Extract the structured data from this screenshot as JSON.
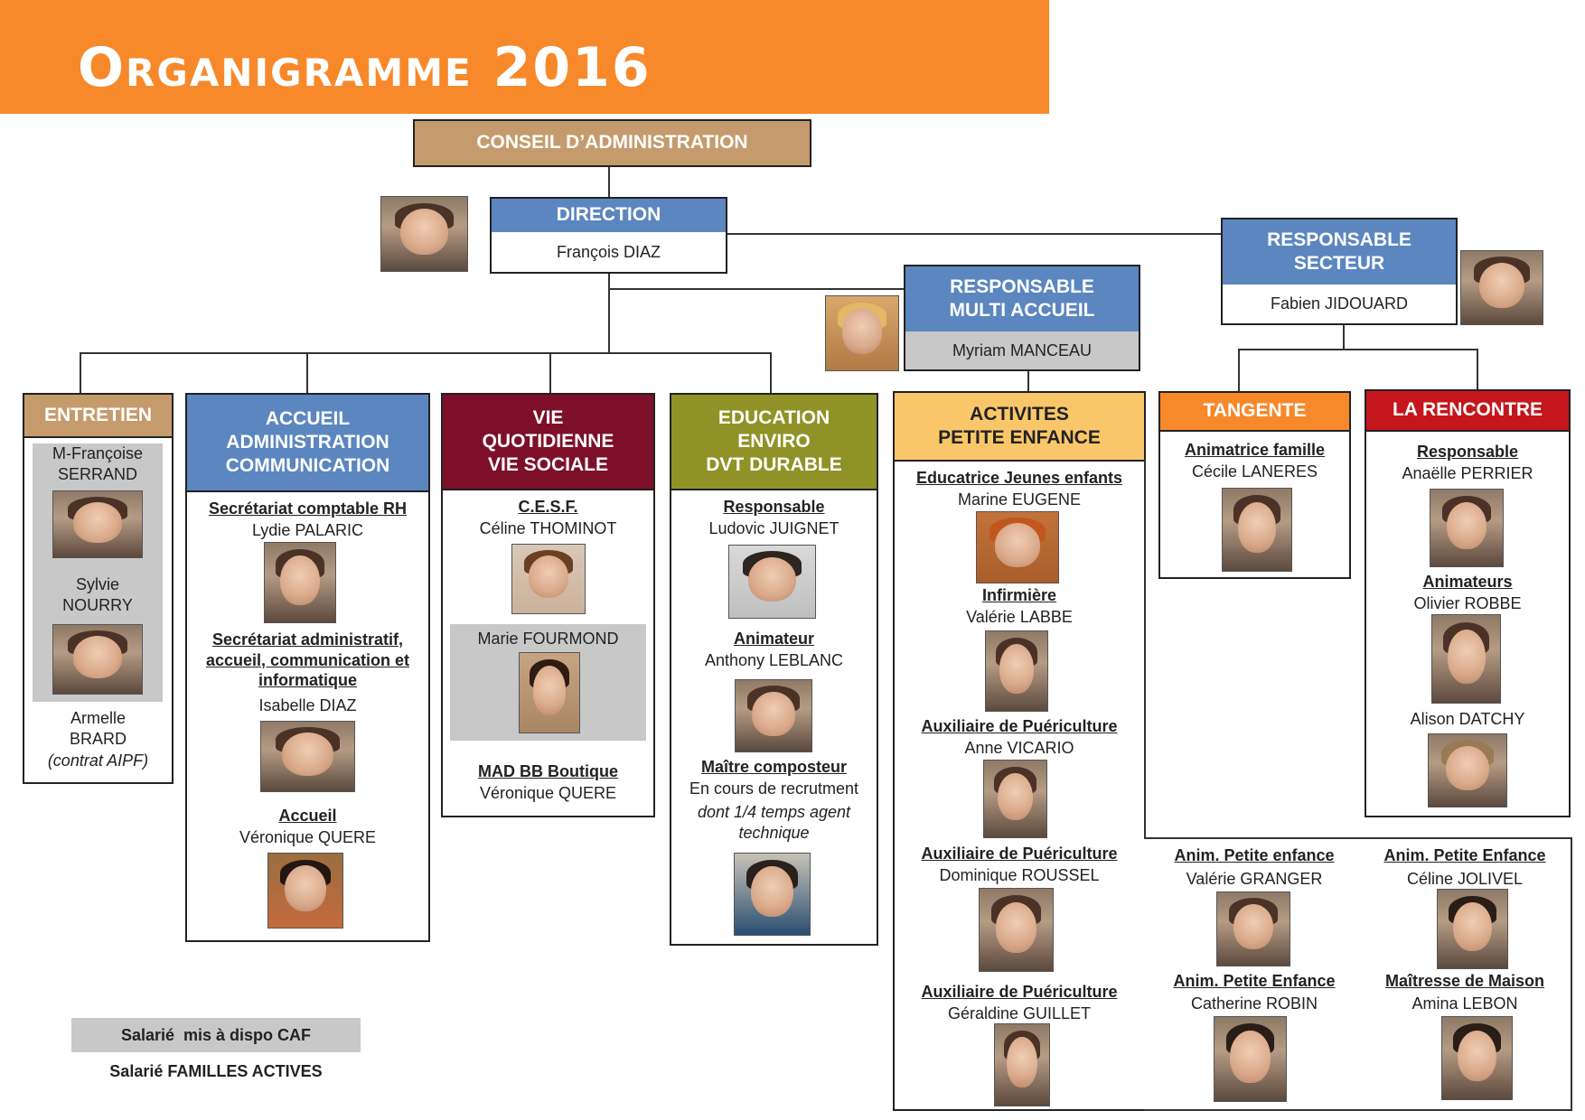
{
  "title": "Organigramme 2016",
  "colors": {
    "orange": "#f7892b",
    "tan": "#c59b6d",
    "blue": "#5b86c0",
    "grey": "#c8c8c8",
    "maroon": "#7d1028",
    "olive": "#8f9327",
    "yellow": "#f9c76a",
    "red": "#c4161c"
  },
  "conseil": {
    "label": "CONSEIL D’ADMINISTRATION"
  },
  "direction": {
    "label": "DIRECTION",
    "name": "François DIAZ"
  },
  "secteur": {
    "label_line1": "RESPONSABLE",
    "label_line2": "SECTEUR",
    "name": "Fabien JIDOUARD"
  },
  "multi": {
    "label_line1": "RESPONSABLE",
    "label_line2": "MULTI ACCUEIL",
    "name": "Myriam MANCEAU"
  },
  "entretien": {
    "label": "ENTRETIEN",
    "p1_line1": "M-Françoise",
    "p1_line2": "SERRAND",
    "p2_line1": "Sylvie",
    "p2_line2": "NOURRY",
    "p3_line1": "Armelle",
    "p3_line2": "BRARD",
    "p3_line3": "(contrat AIPF)"
  },
  "accueil": {
    "label_line1": "ACCUEIL",
    "label_line2": "ADMINISTRATION",
    "label_line3": "COMMUNICATION",
    "role1": "Secrétariat comptable RH",
    "name1": "Lydie PALARIC",
    "role2_line1": "Secrétariat administratif,",
    "role2_line2": "accueil, communication et",
    "role2_line3": "informatique",
    "name2": "Isabelle DIAZ",
    "role3": "Accueil",
    "name3": "Véronique QUERE"
  },
  "vie": {
    "label_line1": "VIE",
    "label_line2": "QUOTIDIENNE",
    "label_line3": "VIE SOCIALE",
    "role1": "C.E.S.F.",
    "name1": "Céline THOMINOT",
    "name2": "Marie FOURMOND",
    "role3": "MAD BB Boutique",
    "name3": "Véronique QUERE"
  },
  "education": {
    "label_line1": "EDUCATION",
    "label_line2": "ENVIRO",
    "label_line3": "DVT DURABLE",
    "role1": "Responsable",
    "name1": "Ludovic JUIGNET",
    "role2": "Animateur",
    "name2": "Anthony LEBLANC",
    "role3": "Maître composteur",
    "name3": "En cours de recrutment",
    "note3_line1": "dont 1/4 temps agent",
    "note3_line2": "technique"
  },
  "activites": {
    "label_line1": "ACTIVITES",
    "label_line2": "PETITE ENFANCE",
    "role1": "Educatrice Jeunes enfants",
    "name1": "Marine EUGENE",
    "role2": "Infirmière",
    "name2": "Valérie LABBE",
    "role3": "Auxiliaire de Puériculture",
    "name3": "Anne VICARIO",
    "role4": "Auxiliaire de Puériculture",
    "name4": "Dominique ROUSSEL",
    "role5": "Auxiliaire de Puériculture",
    "name5": "Géraldine GUILLET"
  },
  "tangente": {
    "label": "TANGENTE",
    "role1": "Animatrice famille",
    "name1": "Cécile LANERES"
  },
  "rencontre": {
    "label": "LA RENCONTRE",
    "role1": "Responsable",
    "name1": "Anaëlle PERRIER",
    "role2": "Animateurs",
    "name2": "Olivier ROBBE",
    "name3": "Alison DATCHY"
  },
  "extra": {
    "role1": "Anim. Petite enfance",
    "name1": "Valérie GRANGER",
    "role2": "Anim. Petite Enfance",
    "name2": "Céline JOLIVEL",
    "role3": "Anim. Petite Enfance",
    "name3": "Catherine ROBIN",
    "role4": "Maîtresse de Maison",
    "name4": "Amina LEBON"
  },
  "legend": {
    "caf": "Salarié  mis à dispo CAF",
    "fa": "Salarié FAMILLES ACTIVES"
  }
}
